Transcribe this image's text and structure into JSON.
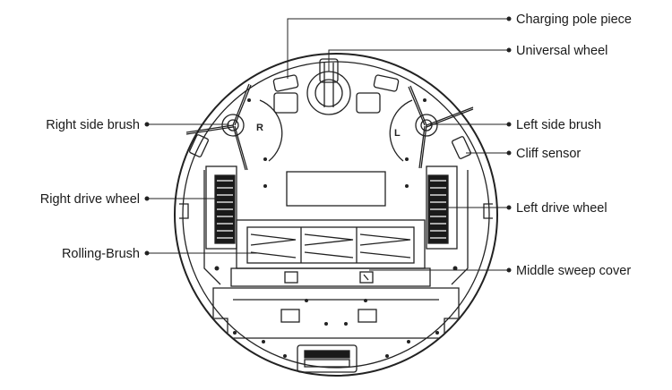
{
  "diagram": {
    "callouts": [
      {
        "id": "charging-pole-piece",
        "label": "Charging pole piece",
        "side": "right"
      },
      {
        "id": "universal-wheel",
        "label": "Universal wheel",
        "side": "right"
      },
      {
        "id": "left-side-brush",
        "label": "Left side brush",
        "side": "right"
      },
      {
        "id": "cliff-sensor",
        "label": "Cliff sensor",
        "side": "right"
      },
      {
        "id": "left-drive-wheel",
        "label": "Left drive wheel",
        "side": "right"
      },
      {
        "id": "middle-sweep-cover",
        "label": "Middle sweep cover",
        "side": "right"
      },
      {
        "id": "right-side-brush",
        "label": "Right side brush",
        "side": "left"
      },
      {
        "id": "right-drive-wheel",
        "label": "Right drive wheel",
        "side": "left"
      },
      {
        "id": "rolling-brush",
        "label": "Rolling-Brush",
        "side": "left"
      }
    ],
    "brush_marks": {
      "right": "R",
      "left": "L"
    }
  }
}
